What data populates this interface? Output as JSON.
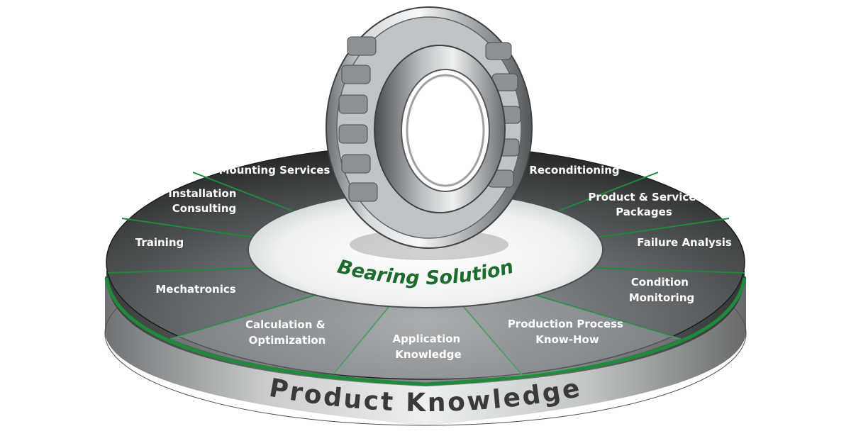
{
  "center": {
    "title": "Bearing Solution"
  },
  "base": {
    "title": "Product Knowledge"
  },
  "segments": {
    "mounting_services": "Mounting Services",
    "installation_consulting": [
      "Installation",
      "Consulting"
    ],
    "training": "Training",
    "mechatronics": "Mechatronics",
    "calculation_optimization": [
      "Calculation &",
      "Optimization"
    ],
    "application_knowledge": [
      "Application",
      "Knowledge"
    ],
    "production_process": [
      "Production Process",
      "Know-How"
    ],
    "condition_monitoring": [
      "Condition",
      "Monitoring"
    ],
    "failure_analysis": "Failure Analysis",
    "product_service_packages": [
      "Product & Service",
      "Packages"
    ],
    "reconditioning": "Reconditioning"
  },
  "colors": {
    "segment_dark": "#2f3131",
    "segment_light": "#8a8d8f",
    "accent_green": "#1e8a3a",
    "center_text": "#1e6b2e",
    "base_metal": "#9ea1a3"
  },
  "icons": {
    "bearing": "spherical-roller-bearing"
  }
}
